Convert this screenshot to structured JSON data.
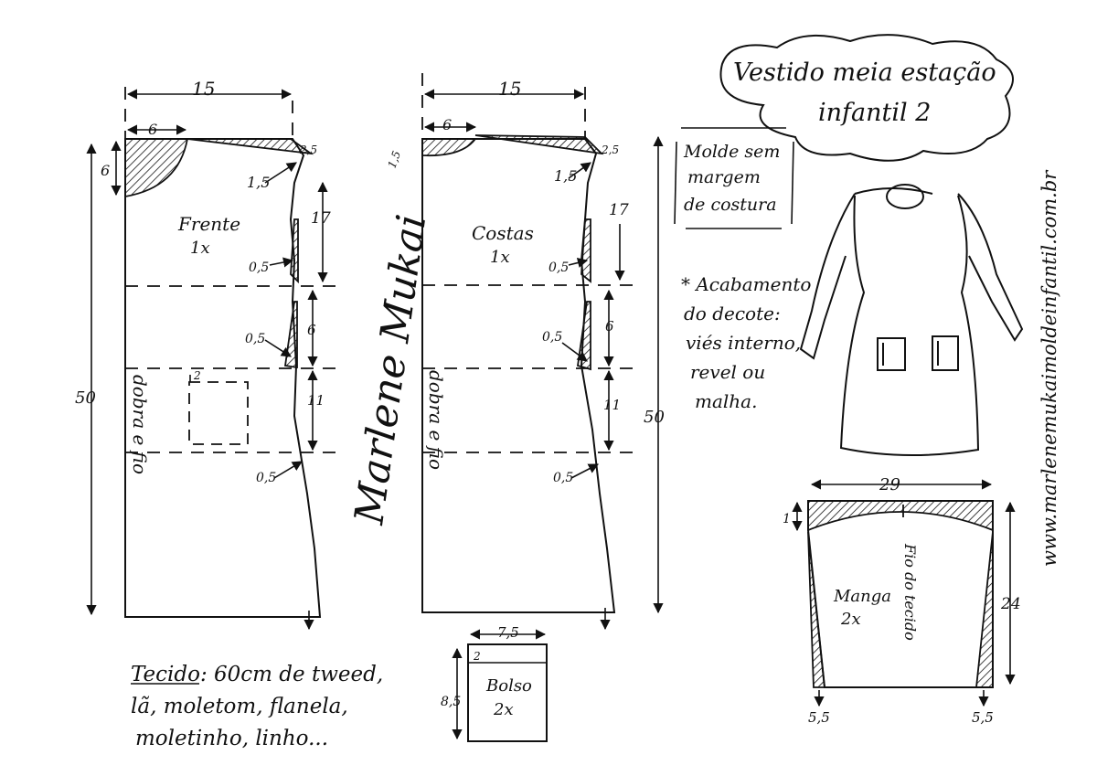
{
  "title": {
    "line1": "Vestido meia estação",
    "line2": "infantil 2"
  },
  "website": "www.marlenemukaimoldeinfantil.com.br",
  "signature": "Marlene Mukai",
  "note_margin": {
    "line1": "Molde sem",
    "line2": "margem",
    "line3": "de costura"
  },
  "finishing_note": {
    "line1": "* Acabamento",
    "line2": "do decote:",
    "line3": "viés interno,",
    "line4": "revel ou",
    "line5": "malha."
  },
  "fabric_note": {
    "line1": "Tecido: 60cm de tweed,",
    "line2": "lã, moletom, flanela,",
    "line3": "moletinho, linho..."
  },
  "front": {
    "name": "Frente",
    "qty": "1x",
    "fold": "dobra e fio",
    "width": "15",
    "neck_width": "6",
    "neck_depth": "6",
    "shoulder_drop": "2,5",
    "armhole": "1,5",
    "armhole_depth": "17",
    "waist_in": "0,5",
    "waist_gap": "6",
    "hip_in": "0,5",
    "hip_gap": "11",
    "hem_out": "0,5",
    "length": "50",
    "pocket_offset": "2"
  },
  "back": {
    "name": "Costas",
    "qty": "1x",
    "fold": "dobra e fio",
    "width": "15",
    "neck_width": "6",
    "neck_depth": "1,5",
    "shoulder_drop": "2,5",
    "armhole": "1,5",
    "armhole_depth": "17",
    "waist_in": "0,5",
    "waist_gap": "6",
    "hip_in": "0,5",
    "hip_gap": "11",
    "hem_out": "0,5",
    "length": "50"
  },
  "pocket": {
    "name": "Bolso",
    "qty": "2x",
    "width": "7,5",
    "height": "8,5",
    "hem": "2"
  },
  "sleeve": {
    "name": "Manga",
    "qty": "2x",
    "grain": "Fio do tecido",
    "width": "29",
    "cap": "1",
    "length": "24",
    "left_in": "5,5",
    "right_in": "5,5"
  }
}
